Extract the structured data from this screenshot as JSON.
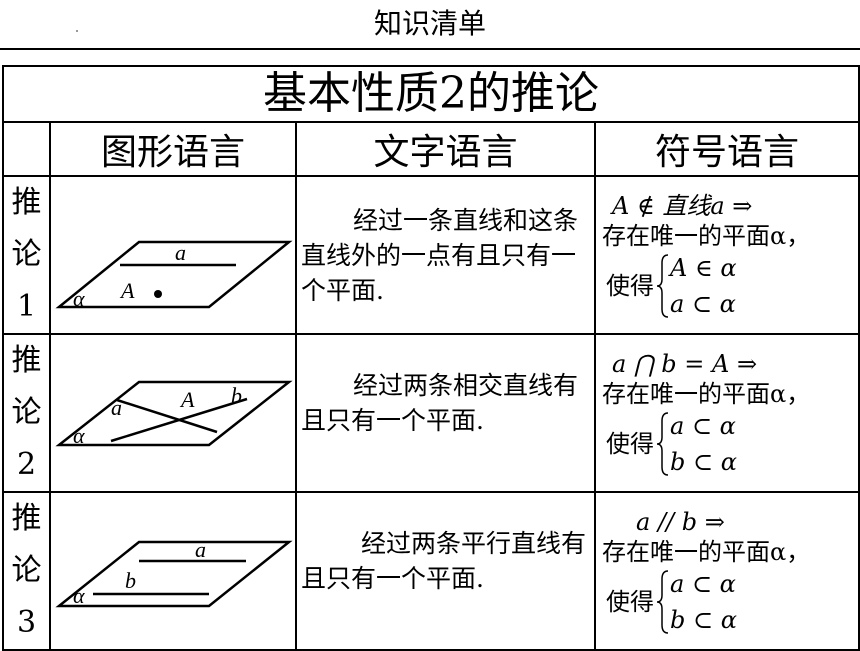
{
  "header": {
    "title": "知识清单"
  },
  "table": {
    "title": "基本性质2的推论",
    "headers": [
      "图形语言",
      "文字语言",
      "符号语言"
    ],
    "rows": [
      {
        "label": [
          "推",
          "论",
          "1"
        ],
        "figure": {
          "plane": "α",
          "line": "a",
          "point": "A"
        },
        "description": "经过一条直线和这条直线外的一点有且只有一个平面.",
        "symbol": {
          "premise": "A ∉ 直线a ⇒",
          "conclusion": "存在唯一的平面α，",
          "such_that": "使得",
          "conditions": [
            "A ∈ α",
            "a ⊂ α"
          ]
        }
      },
      {
        "label": [
          "推",
          "论",
          "2"
        ],
        "figure": {
          "plane": "α",
          "line1": "a",
          "line2": "b",
          "point": "A"
        },
        "description": "经过两条相交直线有且只有一个平面.",
        "symbol": {
          "premise": "a ⋂ b = A ⇒",
          "conclusion": "存在唯一的平面α，",
          "such_that": "使得",
          "conditions": [
            "a ⊂ α",
            "b ⊂ α"
          ]
        }
      },
      {
        "label": [
          "推",
          "论",
          "3"
        ],
        "figure": {
          "plane": "α",
          "line1": "a",
          "line2": "b"
        },
        "description": "经过两条平行直线有且只有一个平面.",
        "symbol": {
          "premise": "a // b ⇒",
          "conclusion": "存在唯一的平面α，",
          "such_that": "使得",
          "conditions": [
            "a ⊂ α",
            "b ⊂ α"
          ]
        }
      }
    ]
  }
}
